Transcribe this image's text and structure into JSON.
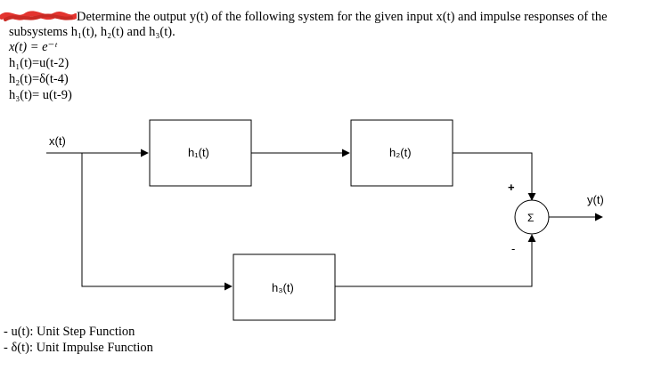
{
  "problem": {
    "statement_line1": "Determine the output y(t) of the following system for the given input x(t) and impulse responses of the",
    "statement_line2": "subsystems h₁(t), h₂(t) and h₃(t).",
    "input_eq": "x(t) = e⁻ᵗ",
    "h1_eq": "h₁(t)=u(t-2)",
    "h2_eq": "h₂(t)=δ(t-4)",
    "h3_eq": "h₃(t)= u(t-9)"
  },
  "diagram": {
    "input_label": "x(t)",
    "output_label": "y(t)",
    "block_h1": "h₁(t)",
    "block_h2": "h₂(t)",
    "block_h3": "h₃(t)",
    "sum_symbol": "Σ",
    "plus_sign": "+",
    "minus_sign": "-"
  },
  "notes": {
    "note1": "- u(t): Unit Step Function",
    "note2": "- δ(t): Unit Impulse Function"
  },
  "colors": {
    "redaction": "#e3342f",
    "ink": "#000000"
  }
}
